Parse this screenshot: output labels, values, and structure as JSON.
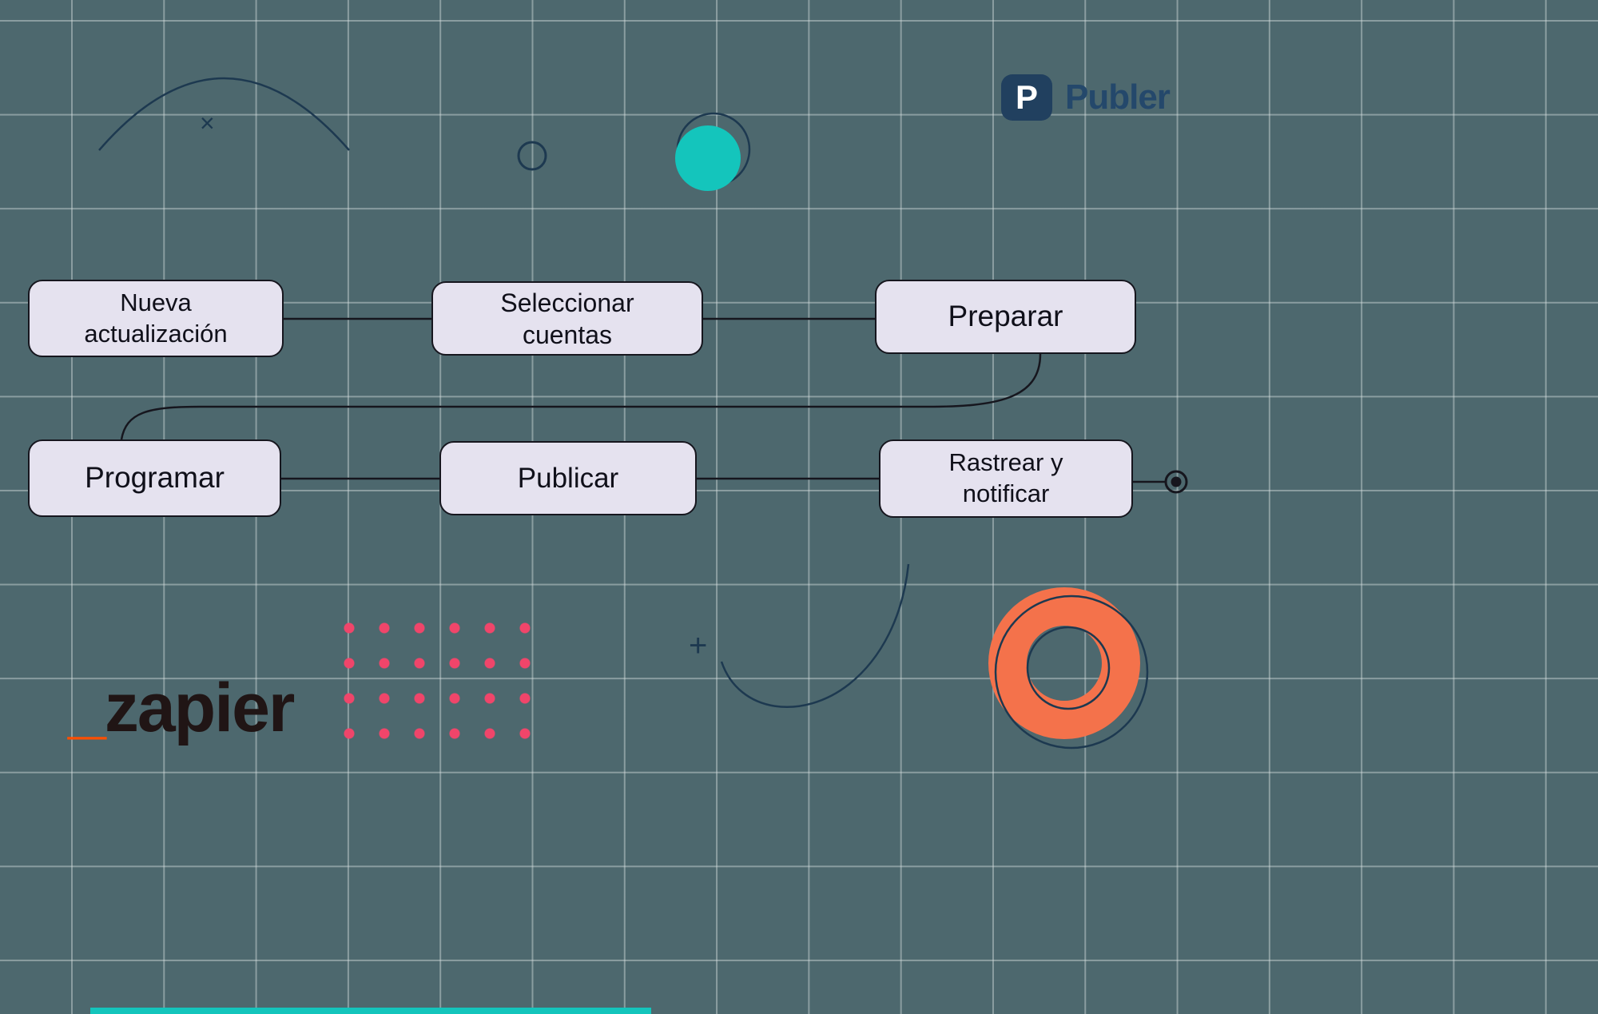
{
  "canvas": {
    "background": "#4d686e",
    "grid_line": "#8fa0a2"
  },
  "brand": {
    "publer": {
      "monogram": "P",
      "name": "Publer",
      "navy": "#21405f"
    },
    "zapier": {
      "underscore": "_",
      "name": "zapier",
      "orange": "#ff4f00",
      "dark": "#201515"
    }
  },
  "flow": {
    "nodes": [
      {
        "label": "Nueva actualización"
      },
      {
        "label": "Seleccionar cuentas"
      },
      {
        "label": "Preparar"
      },
      {
        "label": "Programar"
      },
      {
        "label": "Publicar"
      },
      {
        "label": "Rastrear y notificar"
      }
    ],
    "edges": [
      [
        "Nueva actualización",
        "Seleccionar cuentas"
      ],
      [
        "Seleccionar cuentas",
        "Preparar"
      ],
      [
        "Preparar",
        "Programar"
      ],
      [
        "Programar",
        "Publicar"
      ],
      [
        "Publicar",
        "Rastrear y notificar"
      ],
      [
        "Rastrear y notificar",
        "end-marker"
      ]
    ],
    "node_fill": "#e5e2ef",
    "node_border": "#16161e"
  },
  "decorations": {
    "x_mark": "×",
    "plus_mark": "+",
    "teal": "#14c5bc",
    "coral": "#f4724b",
    "pink": "#f0456a",
    "stroke": "#1d3950"
  }
}
